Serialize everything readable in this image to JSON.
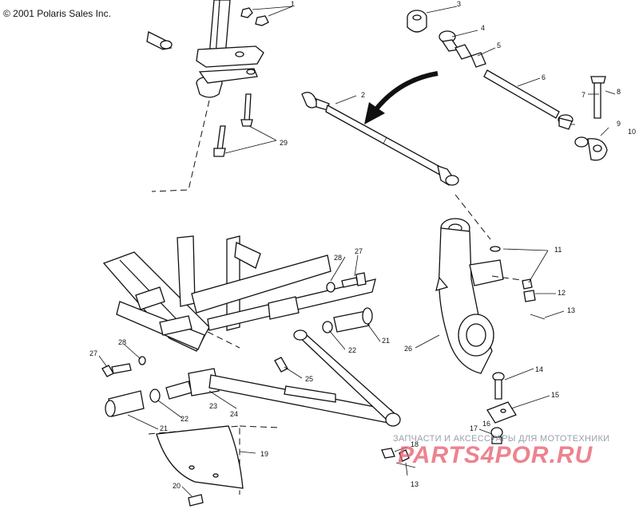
{
  "copyright": "© 2001 Polaris Sales Inc.",
  "watermark": {
    "subtitle": "ЗАПЧАСТИ И АКСЕССУАРЫ ДЛЯ МОТОТЕХНИКИ",
    "brand": "PARTS4POR.RU"
  },
  "callouts": [
    {
      "id": "c1",
      "label": "1"
    },
    {
      "id": "c2",
      "label": "2"
    },
    {
      "id": "c3",
      "label": "3"
    },
    {
      "id": "c4",
      "label": "4"
    },
    {
      "id": "c5",
      "label": "5"
    },
    {
      "id": "c6",
      "label": "6"
    },
    {
      "id": "c7",
      "label": "7"
    },
    {
      "id": "c8",
      "label": "8"
    },
    {
      "id": "c9",
      "label": "9"
    },
    {
      "id": "c10",
      "label": "10"
    },
    {
      "id": "c11",
      "label": "11"
    },
    {
      "id": "c12",
      "label": "12"
    },
    {
      "id": "c13a",
      "label": "13"
    },
    {
      "id": "c13b",
      "label": "13"
    },
    {
      "id": "c14",
      "label": "14"
    },
    {
      "id": "c15",
      "label": "15"
    },
    {
      "id": "c16",
      "label": "16"
    },
    {
      "id": "c17",
      "label": "17"
    },
    {
      "id": "c18",
      "label": "18"
    },
    {
      "id": "c19",
      "label": "19"
    },
    {
      "id": "c20",
      "label": "20"
    },
    {
      "id": "c21a",
      "label": "21"
    },
    {
      "id": "c21b",
      "label": "21"
    },
    {
      "id": "c22a",
      "label": "22"
    },
    {
      "id": "c22b",
      "label": "22"
    },
    {
      "id": "c23",
      "label": "23"
    },
    {
      "id": "c24",
      "label": "24"
    },
    {
      "id": "c25",
      "label": "25"
    },
    {
      "id": "c26",
      "label": "26"
    },
    {
      "id": "c27a",
      "label": "27"
    },
    {
      "id": "c27b",
      "label": "27"
    },
    {
      "id": "c28a",
      "label": "28"
    },
    {
      "id": "c28b",
      "label": "28"
    },
    {
      "id": "c29",
      "label": "29"
    }
  ]
}
